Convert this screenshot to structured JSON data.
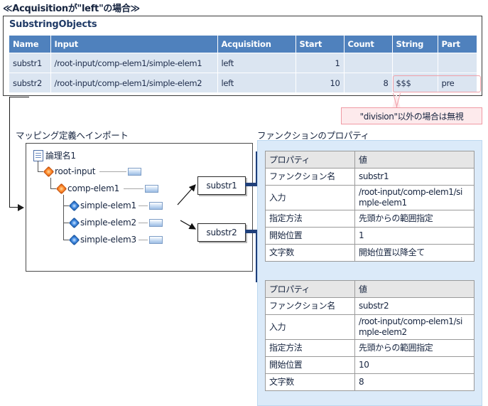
{
  "page": {
    "title": "≪Acquisitionが\"left\"の場合≫"
  },
  "substring_objects": {
    "panel_title": "SubstringObjects",
    "columns": [
      "Name",
      "Input",
      "Acquisition",
      "Start",
      "Count",
      "String",
      "Part"
    ],
    "rows": [
      {
        "name": "substr1",
        "input": "/root-input/comp-elem1/simple-elem1",
        "acquisition": "left",
        "start": "1",
        "count": "",
        "string": "",
        "part": ""
      },
      {
        "name": "substr2",
        "input": "/root-input/comp-elem1/simple-elem2",
        "acquisition": "left",
        "start": "10",
        "count": "8",
        "string": "$$$",
        "part": "pre"
      }
    ]
  },
  "callout": {
    "text": "\"division\"以外の場合は無視"
  },
  "labels": {
    "import": "マッピング定義へインポート",
    "properties": "ファンクションのプロパティ"
  },
  "tree": {
    "nodes": [
      {
        "label": "論理名1",
        "icon": "document-icon"
      },
      {
        "label": "root-input",
        "icon": "complex-node-icon"
      },
      {
        "label": "comp-elem1",
        "icon": "complex-node-icon"
      },
      {
        "label": "simple-elem1",
        "icon": "simple-node-icon"
      },
      {
        "label": "simple-elem2",
        "icon": "simple-node-icon"
      },
      {
        "label": "simple-elem3",
        "icon": "simple-node-icon"
      }
    ]
  },
  "function_boxes": [
    {
      "label": "substr1"
    },
    {
      "label": "substr2"
    }
  ],
  "properties": [
    {
      "header": {
        "key": "プロパティ",
        "value": "値"
      },
      "rows": [
        {
          "key": "ファンクション名",
          "value": "substr1"
        },
        {
          "key": "入力",
          "value": "/root-input/comp-elem1/simple-elem1"
        },
        {
          "key": "指定方法",
          "value": "先頭からの範囲指定"
        },
        {
          "key": "開始位置",
          "value": "1"
        },
        {
          "key": "文字数",
          "value": "開始位置以降全て"
        }
      ]
    },
    {
      "header": {
        "key": "プロパティ",
        "value": "値"
      },
      "rows": [
        {
          "key": "ファンクション名",
          "value": "substr2"
        },
        {
          "key": "入力",
          "value": "/root-input/comp-elem1/simple-elem2"
        },
        {
          "key": "指定方法",
          "value": "先頭からの範囲指定"
        },
        {
          "key": "開始位置",
          "value": "10"
        },
        {
          "key": "文字数",
          "value": "8"
        }
      ]
    }
  ],
  "colors": {
    "table_header_blue": "#4f81bd",
    "table_row_blue": "#dbe5f1",
    "panel_blue": "#dbeaf9",
    "callout_pink_fill": "#fdeaec",
    "callout_pink_border": "#f09aa4",
    "navy_arrow": "#1f3f7a",
    "complex_node_orange": "#ff8a2a",
    "simple_node_blue": "#3b86e0"
  }
}
